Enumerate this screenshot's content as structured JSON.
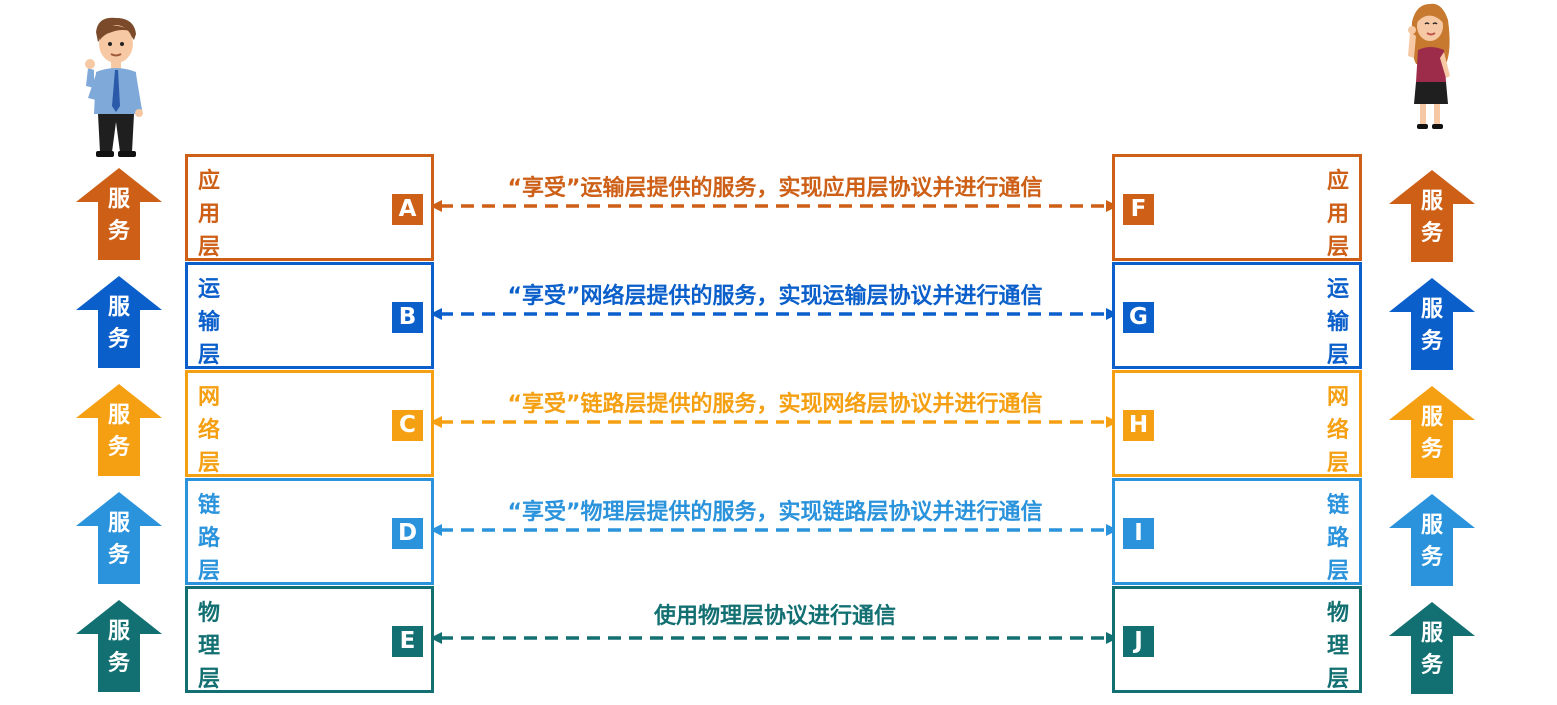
{
  "layers": [
    {
      "color": "#cd5f17",
      "left_name": "应用层",
      "right_name": "应用层",
      "left_letter": "A",
      "right_letter": "F",
      "message": "“享受”运输层提供的服务，实现应用层协议并进行通信",
      "service_label": "服务"
    },
    {
      "color": "#0a5fcb",
      "left_name": "运输层",
      "right_name": "运输层",
      "left_letter": "B",
      "right_letter": "G",
      "message": "“享受”网络层提供的服务，实现运输层协议并进行通信",
      "service_label": "服务"
    },
    {
      "color": "#f5a012",
      "left_name": "网络层",
      "right_name": "网络层",
      "left_letter": "C",
      "right_letter": "H",
      "message": "“享受”链路层提供的服务，实现网络层协议并进行通信",
      "service_label": "服务"
    },
    {
      "color": "#2a93dc",
      "left_name": "链路层",
      "right_name": "链路层",
      "left_letter": "D",
      "right_letter": "I",
      "message": "“享受”物理层提供的服务，实现链路层协议并进行通信",
      "service_label": "服务"
    },
    {
      "color": "#137072",
      "left_name": "物理层",
      "right_name": "物理层",
      "left_letter": "E",
      "right_letter": "J",
      "message": "使用物理层协议进行通信",
      "service_label": "服务"
    }
  ],
  "icons": {
    "left_person": "man-avatar-icon",
    "right_person": "woman-avatar-icon",
    "service_arrow": "up-arrow-icon"
  }
}
